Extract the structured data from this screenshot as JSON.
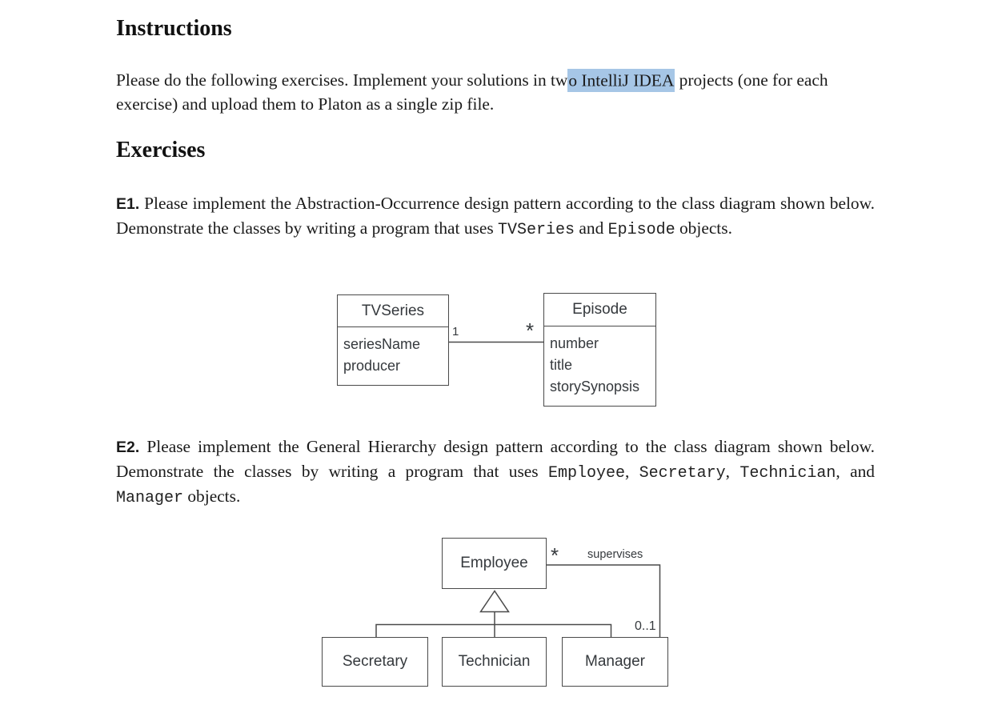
{
  "document": {
    "heading_instructions": "Instructions",
    "intro": {
      "before_highlight": "Please do the following exercises. Implement your solutions in tw",
      "highlighted": "o IntelliJ IDEA",
      "after_highlight": " projects (one for each exercise) and upload them to Platon as a single zip file."
    },
    "heading_exercises": "Exercises",
    "e1": {
      "label": "E1.",
      "text_1": " Please implement the Abstraction-Occurrence design pattern according to the class diagram shown below. Demonstrate the classes by writing a program that uses ",
      "code_1": "TVSeries",
      "text_2": " and ",
      "code_2": "Episode",
      "text_3": " objects."
    },
    "e2": {
      "label": "E2.",
      "text_1": " Please implement the General Hierarchy design pattern according to the class diagram shown below. Demonstrate the classes by writing a program that uses ",
      "code_1": "Employee",
      "text_2": ", ",
      "code_2": "Secretary",
      "text_3": ", ",
      "code_3": "Technician",
      "text_4": ", and ",
      "code_4": "Manager",
      "text_5": " objects."
    }
  },
  "diagram_abstraction_occurrence": {
    "class_tvseries": {
      "name": "TVSeries",
      "attributes": [
        "seriesName",
        "producer"
      ]
    },
    "class_episode": {
      "name": "Episode",
      "attributes": [
        "number",
        "title",
        "storySynopsis"
      ]
    },
    "association": {
      "multiplicity_left": "1",
      "multiplicity_right": "*"
    }
  },
  "diagram_general_hierarchy": {
    "class_employee": {
      "name": "Employee"
    },
    "class_secretary": {
      "name": "Secretary"
    },
    "class_technician": {
      "name": "Technician"
    },
    "class_manager": {
      "name": "Manager"
    },
    "supervises_association": {
      "label": "supervises",
      "multiplicity_source": "*",
      "multiplicity_target": "0..1"
    }
  },
  "colors": {
    "page_background": "#ffffff",
    "body_text": "#1a1a1a",
    "highlight": "#a6c6e6",
    "diagram_line": "#4a4a4a",
    "diagram_text": "#35393d"
  }
}
